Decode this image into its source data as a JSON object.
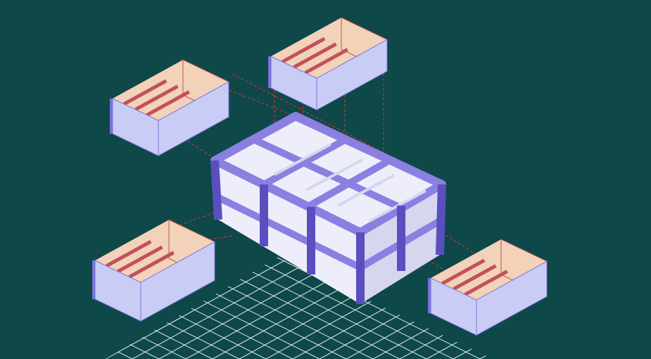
{
  "colors": {
    "background": "#0e4848",
    "frame": "#8b7fe2",
    "frame_dark": "#5b4fc0",
    "slab_light": "#eeeefa",
    "slab_shade": "#d6d6ee",
    "room_wall_light": "#c9cdf5",
    "room_wall_dark": "#7a73d8",
    "room_interior": "#f2d2b8",
    "room_partition": "#c2505a",
    "projection_line": "#d9343a",
    "grid_line": "#e8f2f2"
  },
  "modules": [
    "module-top-left",
    "module-top-center",
    "module-bottom-left",
    "module-bottom-right"
  ]
}
